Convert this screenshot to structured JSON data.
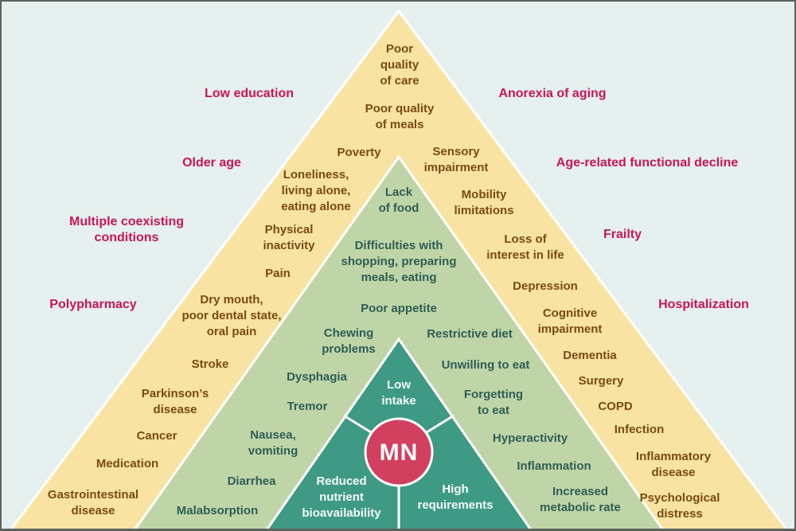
{
  "colors": {
    "background": "#e6f0ee",
    "outer_label": "#c8145a",
    "yellow_fill": "#f8e3a2",
    "yellow_text": "#7a4a0e",
    "green_fill": "#bfd5a8",
    "green_text": "#2e5e54",
    "teal_fill": "#3e9a84",
    "teal_text": "#f4fbf8",
    "mn_fill": "#d2405f",
    "divider": "#ffffff"
  },
  "center": {
    "label": "MN"
  },
  "core_segments": {
    "top": "Low\nintake",
    "left": "Reduced\nnutrient\nbioavailability",
    "right": "High\nrequirements"
  },
  "outer_left": [
    "Low education",
    "Older age",
    "Multiple coexisting\nconditions",
    "Polypharmacy"
  ],
  "outer_right": [
    "Anorexia of aging",
    "Age-related functional decline",
    "Frailty",
    "Hospitalization"
  ],
  "yellow_layer": {
    "top": [
      "Poor\nquality\nof care",
      "Poor quality\nof meals"
    ],
    "left": [
      "Poverty",
      "Loneliness,\nliving alone,\neating alone",
      "Physical\ninactivity",
      "Pain",
      "Dry mouth,\npoor dental state,\noral pain",
      "Stroke",
      "Parkinson’s\ndisease",
      "Cancer",
      "Medication",
      "Gastrointestinal\ndisease"
    ],
    "right": [
      "Sensory\nimpairment",
      "Mobility\nlimitations",
      "Loss of\ninterest in life",
      "Depression",
      "Cognitive\nimpairment",
      "Dementia",
      "Surgery",
      "COPD",
      "Infection",
      "Inflammatory\ndisease",
      "Psychological\ndistress"
    ]
  },
  "green_layer": {
    "center": [
      "Lack\nof food",
      "Difficulties with\nshopping, preparing\nmeals, eating",
      "Poor appetite"
    ],
    "left": [
      "Chewing\nproblems",
      "Dysphagia",
      "Tremor",
      "Nausea,\nvomiting",
      "Diarrhea",
      "Malabsorption"
    ],
    "right": [
      "Restrictive diet",
      "Unwilling to eat",
      "Forgetting\nto eat",
      "Hyperactivity",
      "Inflammation",
      "Increased\nmetabolic rate"
    ]
  }
}
